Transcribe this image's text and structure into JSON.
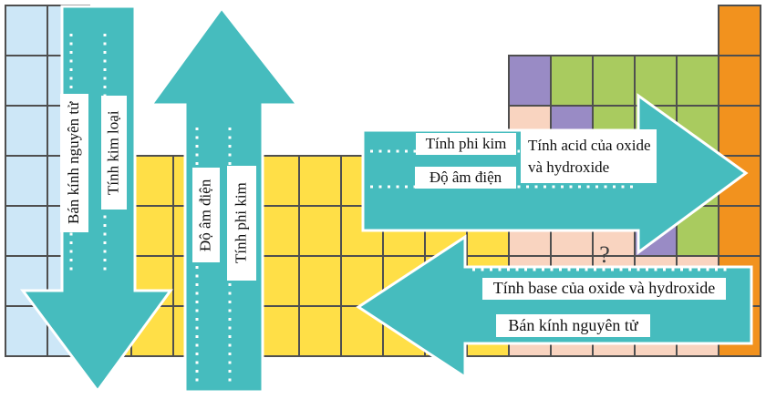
{
  "colors": {
    "teal_arrow": "#46BCBE",
    "cell_blue": "#CDE7F7",
    "cell_yellow": "#FFDF47",
    "cell_green": "#A9CB5F",
    "cell_purple": "#998BC5",
    "cell_pink": "#F9D4C0",
    "cell_orange": "#F2921E",
    "cell_border": "#4F4F4F",
    "arrow_outline": "#FFFFFF"
  },
  "grid": {
    "columns": 18,
    "rows": 7,
    "regions": [
      {
        "color": "blue",
        "col": 1,
        "row": 1,
        "colspan": 1,
        "rowspan": 7
      },
      {
        "color": "blue",
        "col": 2,
        "row": 1,
        "colspan": 1,
        "rowspan": 7
      },
      {
        "color": "yellow",
        "col": 3,
        "row": 4,
        "colspan": 10,
        "rowspan": 4
      },
      {
        "color": "purple",
        "col": 13,
        "row": 2,
        "colspan": 1,
        "rowspan": 1
      },
      {
        "color": "green",
        "col": 14,
        "row": 2,
        "colspan": 4,
        "rowspan": 1
      },
      {
        "color": "pink",
        "col": 13,
        "row": 3,
        "colspan": 1,
        "rowspan": 1
      },
      {
        "color": "purple",
        "col": 14,
        "row": 3,
        "colspan": 1,
        "rowspan": 1
      },
      {
        "color": "green",
        "col": 15,
        "row": 3,
        "colspan": 3,
        "rowspan": 1
      },
      {
        "color": "pink",
        "col": 13,
        "row": 4,
        "colspan": 2,
        "rowspan": 1
      },
      {
        "color": "purple",
        "col": 15,
        "row": 4,
        "colspan": 1,
        "rowspan": 1
      },
      {
        "color": "green",
        "col": 16,
        "row": 4,
        "colspan": 2,
        "rowspan": 1
      },
      {
        "color": "pink",
        "col": 13,
        "row": 5,
        "colspan": 3,
        "rowspan": 1
      },
      {
        "color": "purple",
        "col": 16,
        "row": 5,
        "colspan": 1,
        "rowspan": 1
      },
      {
        "color": "green",
        "col": 17,
        "row": 5,
        "colspan": 1,
        "rowspan": 1
      },
      {
        "color": "pink",
        "col": 13,
        "row": 6,
        "colspan": 5,
        "rowspan": 1
      },
      {
        "color": "pink",
        "col": 13,
        "row": 7,
        "colspan": 5,
        "rowspan": 1
      },
      {
        "color": "orange",
        "col": 18,
        "row": 1,
        "colspan": 1,
        "rowspan": 7
      }
    ]
  },
  "arrows": {
    "down": {
      "direction": "down",
      "labels": {
        "atomic_radius": "Bán kính nguyên tử",
        "metallic": "Tính kim loại"
      }
    },
    "up": {
      "direction": "up",
      "labels": {
        "electronegativity": "Độ âm điện",
        "nonmetallic": "Tính phi kim"
      }
    },
    "right": {
      "direction": "right",
      "labels": {
        "nonmetallic": "Tính phi kim",
        "electronegativity": "Độ âm điện",
        "acidity": "Tính acid của oxide và hydroxide"
      }
    },
    "left": {
      "direction": "left",
      "labels": {
        "basicity": "Tính base của oxide và hydroxide",
        "atomic_radius": "Bán kính nguyên tử"
      }
    }
  },
  "annotations": {
    "question_mark": "?"
  }
}
